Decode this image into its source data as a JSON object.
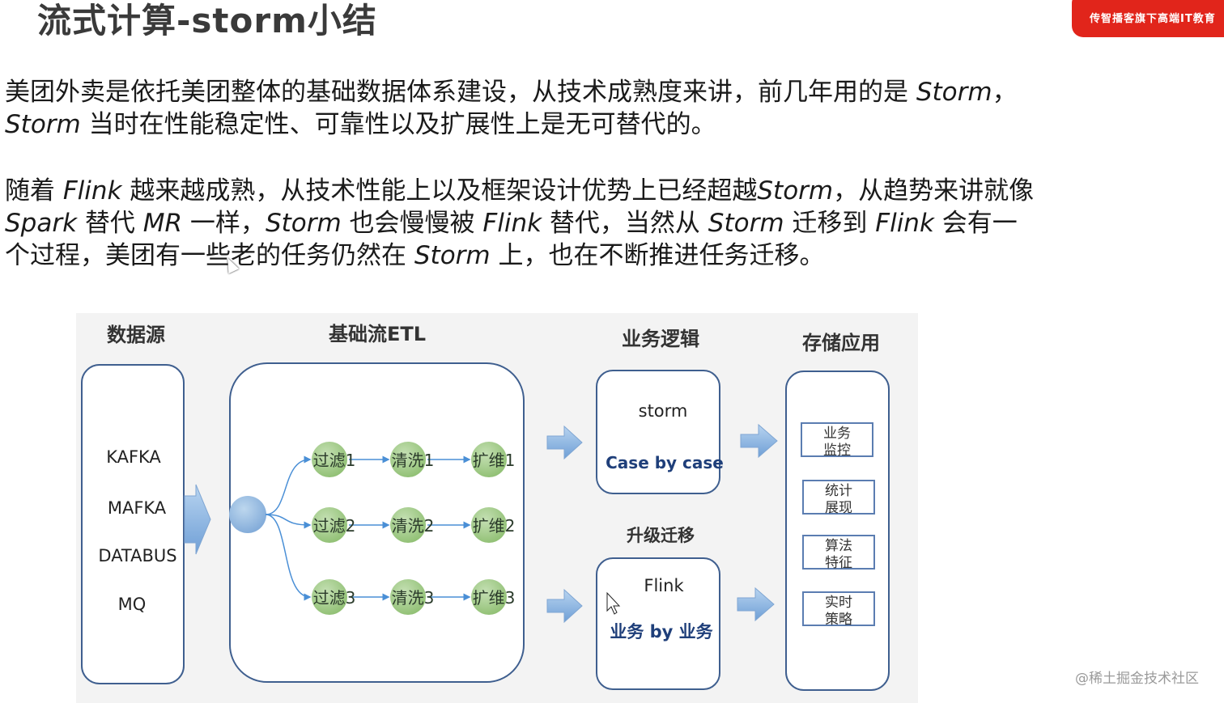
{
  "header": {
    "title": "流式计算-storm小结",
    "brand_text": "传智播客旗下高端IT教育"
  },
  "paragraphs": {
    "p1_line1_a": "美团外卖是依托美团整体的基础数据体系建设，从技术成熟度来讲，前几年用的是",
    "p1_line1_en": " Storm",
    "p1_line1_b": "，",
    "p1_line2_en": "Storm",
    "p1_line2_a": " 当时在性能稳定性、可靠性以及扩展性上是无可替代的。",
    "p2_line1_a": "随着",
    "p2_line1_en1": " Flink ",
    "p2_line1_b": "越来越成熟，从技术性能上以及框架设计优势上已经超越",
    "p2_line1_en2": "Storm",
    "p2_line1_c": "，从趋势来讲就像",
    "p2_line2_en1": "Spark",
    "p2_line2_a": " 替代 ",
    "p2_line2_en2": "MR",
    "p2_line2_b": " 一样，",
    "p2_line2_en3": "Storm",
    "p2_line2_c": " 也会慢慢被 ",
    "p2_line2_en4": "Flink",
    "p2_line2_d": " 替代，当然从 ",
    "p2_line2_en5": "Storm",
    "p2_line2_e": " 迁移到 ",
    "p2_line2_en6": "Flink",
    "p2_line2_f": " 会有一",
    "p2_line3_a": "个过程，美团有一些老的任务仍然在 ",
    "p2_line3_en": "Storm",
    "p2_line3_b": " 上，也在不断推进任务迁移。"
  },
  "diagram": {
    "headers": {
      "source": "数据源",
      "etl": "基础流ETL",
      "logic": "业务逻辑",
      "storage": "存储应用"
    },
    "sources": [
      "KAFKA",
      "MAFKA",
      "DATABUS",
      "MQ"
    ],
    "etl_rows": [
      [
        "过滤1",
        "清洗1",
        "扩维1"
      ],
      [
        "过滤2",
        "清洗2",
        "扩维2"
      ],
      [
        "过滤3",
        "清洗3",
        "扩维3"
      ]
    ],
    "storm_box": {
      "name": "storm",
      "desc": "Case by case"
    },
    "migrate_label": "升级迁移",
    "flink_box": {
      "name": "Flink",
      "desc": "业务 by 业务"
    },
    "apps": [
      [
        "业务",
        "监控"
      ],
      [
        "统计",
        "展现"
      ],
      [
        "算法",
        "特征"
      ],
      [
        "实时",
        "策略"
      ]
    ],
    "colors": {
      "node_fill": "#a9d18e",
      "hub_fill": "#9dc3e6",
      "arrow_fill": "#8fb8e4",
      "box_stroke": "#4a6fa5",
      "desc_color": "#1f3f7a"
    }
  },
  "watermark": "@稀土掘金技术社区"
}
